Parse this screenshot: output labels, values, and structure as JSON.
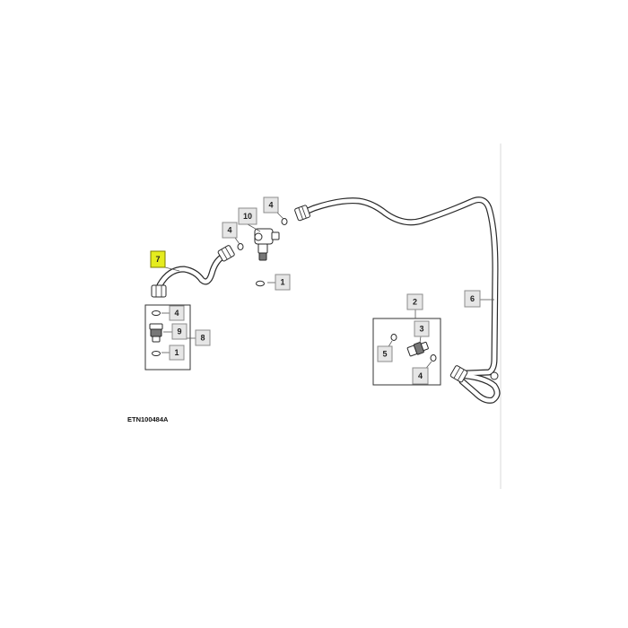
{
  "figure": {
    "reference_code": "ETN100484A"
  },
  "callouts": [
    {
      "id": "c7",
      "label": "7",
      "highlighted": true
    },
    {
      "id": "c10",
      "label": "10",
      "highlighted": false
    },
    {
      "id": "c4a",
      "label": "4",
      "highlighted": false
    },
    {
      "id": "c4b",
      "label": "4",
      "highlighted": false
    },
    {
      "id": "c1a",
      "label": "1",
      "highlighted": false
    },
    {
      "id": "c4c",
      "label": "4",
      "highlighted": false
    },
    {
      "id": "c9",
      "label": "9",
      "highlighted": false
    },
    {
      "id": "c8",
      "label": "8",
      "highlighted": false
    },
    {
      "id": "c1b",
      "label": "1",
      "highlighted": false
    },
    {
      "id": "c2",
      "label": "2",
      "highlighted": false
    },
    {
      "id": "c3",
      "label": "3",
      "highlighted": false
    },
    {
      "id": "c5",
      "label": "5",
      "highlighted": false
    },
    {
      "id": "c4d",
      "label": "4",
      "highlighted": false
    },
    {
      "id": "c6",
      "label": "6",
      "highlighted": false
    }
  ],
  "colors": {
    "highlight": "#e5ec1e",
    "callout_fill": "#e6e6e6",
    "line": "#2a2a2a"
  }
}
